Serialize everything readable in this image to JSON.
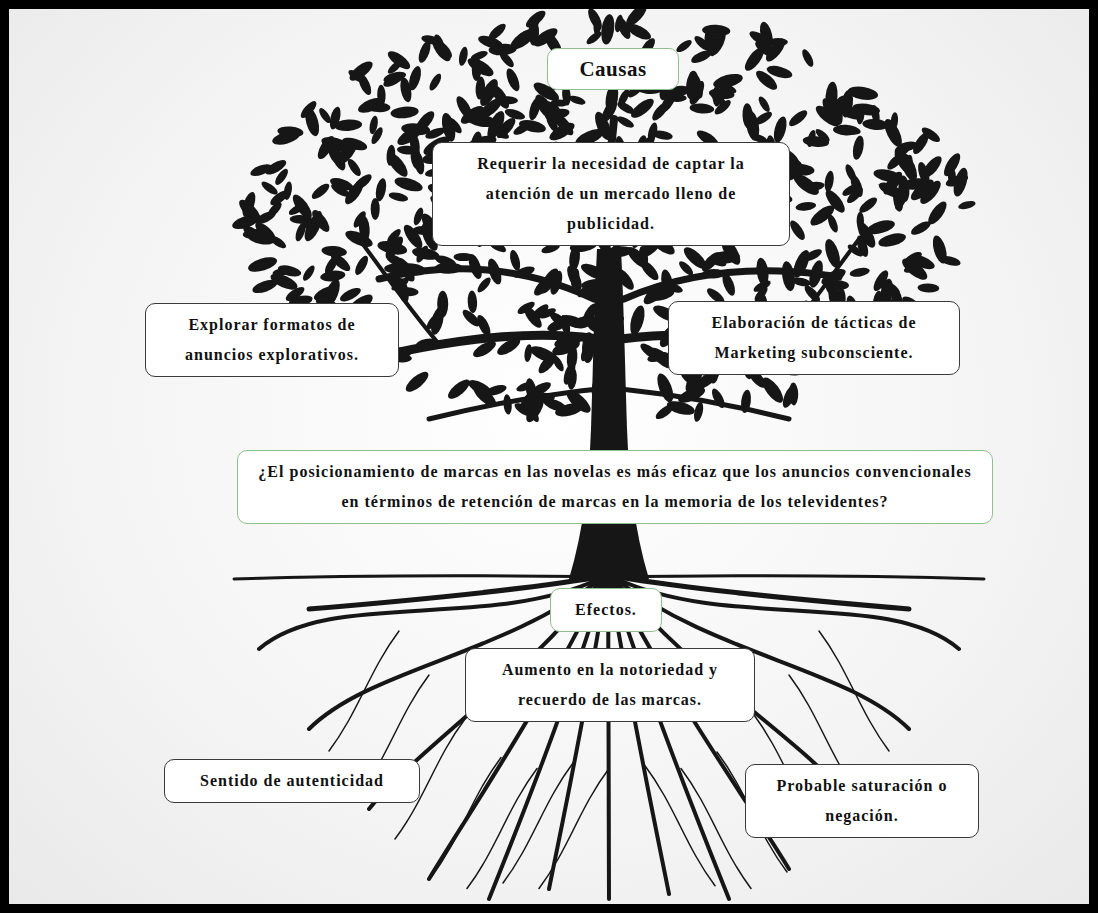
{
  "diagram": {
    "nodes": [
      {
        "text": [
          "Causas"
        ]
      },
      {
        "text": [
          "Requerir la necesidad de captar la atención de un mercado lleno de publicidad."
        ]
      },
      {
        "text": [
          "Explorar formatos de anuncios explorativos."
        ]
      },
      {
        "text": [
          "Elaboración de tácticas de Marketing subconsciente."
        ]
      },
      {
        "text": [
          "¿El posicionamiento de marcas en las novelas es más eficaz que los anuncios convencionales en términos de retención de marcas en la memoria de los televidentes?"
        ]
      },
      {
        "text": [
          "Efectos."
        ]
      },
      {
        "text": [
          "Aumento en la notoriedad y recuerdo de las marcas."
        ]
      },
      {
        "text": [
          "Sentido de autenticidad"
        ]
      },
      {
        "text": [
          "Probable saturación o negación."
        ]
      }
    ]
  }
}
